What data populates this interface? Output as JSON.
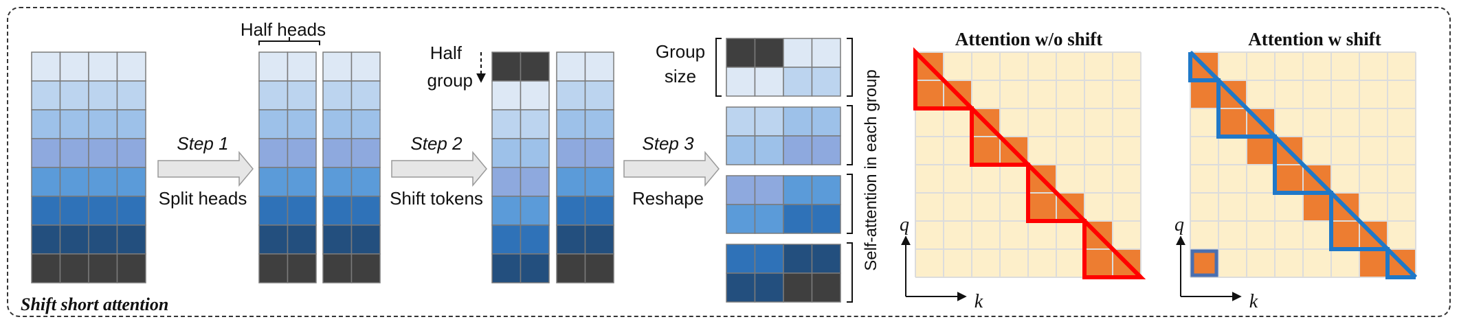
{
  "labels": {
    "half_heads": "Half heads",
    "half_group_1": "Half",
    "half_group_2": "group",
    "group_size_1": "Group",
    "group_size_2": "size",
    "step1": "Step 1",
    "step1_desc": "Split heads",
    "step2": "Step 2",
    "step2_desc": "Shift tokens",
    "step3": "Step 3",
    "step3_desc": "Reshape",
    "self_attention": "Self-attention in each group",
    "caption": "Shift short attention",
    "attn_no_shift": "Attention w/o shift",
    "attn_shift": "Attention w shift",
    "axis_q": "q",
    "axis_k": "k"
  },
  "colors": {
    "row_shades": [
      "#dde8f5",
      "#bcd4ef",
      "#9dc1e9",
      "#8ea9de",
      "#5b9bd9",
      "#2f72b8",
      "#234f7e",
      "#3f3f3f"
    ],
    "grid_bg": "#fdefca",
    "grid_line": "#dcdcdc",
    "cell_fill": "#ed7d31",
    "no_shift_outline": "#ff0000",
    "shift_outline": "#1f78c8",
    "arrow_fill": "#e6e6e6"
  },
  "groups": [
    [
      [
        0,
        0
      ],
      [
        0,
        1
      ],
      [
        1,
        1
      ],
      [
        1,
        0
      ]
    ],
    [
      [
        2,
        2
      ],
      [
        2,
        3
      ],
      [
        3,
        3
      ],
      [
        3,
        2
      ]
    ],
    [
      [
        4,
        4
      ],
      [
        4,
        5
      ],
      [
        5,
        5
      ],
      [
        5,
        4
      ]
    ],
    [
      [
        6,
        6
      ],
      [
        6,
        7
      ],
      [
        7,
        7
      ],
      [
        7,
        6
      ]
    ]
  ]
}
